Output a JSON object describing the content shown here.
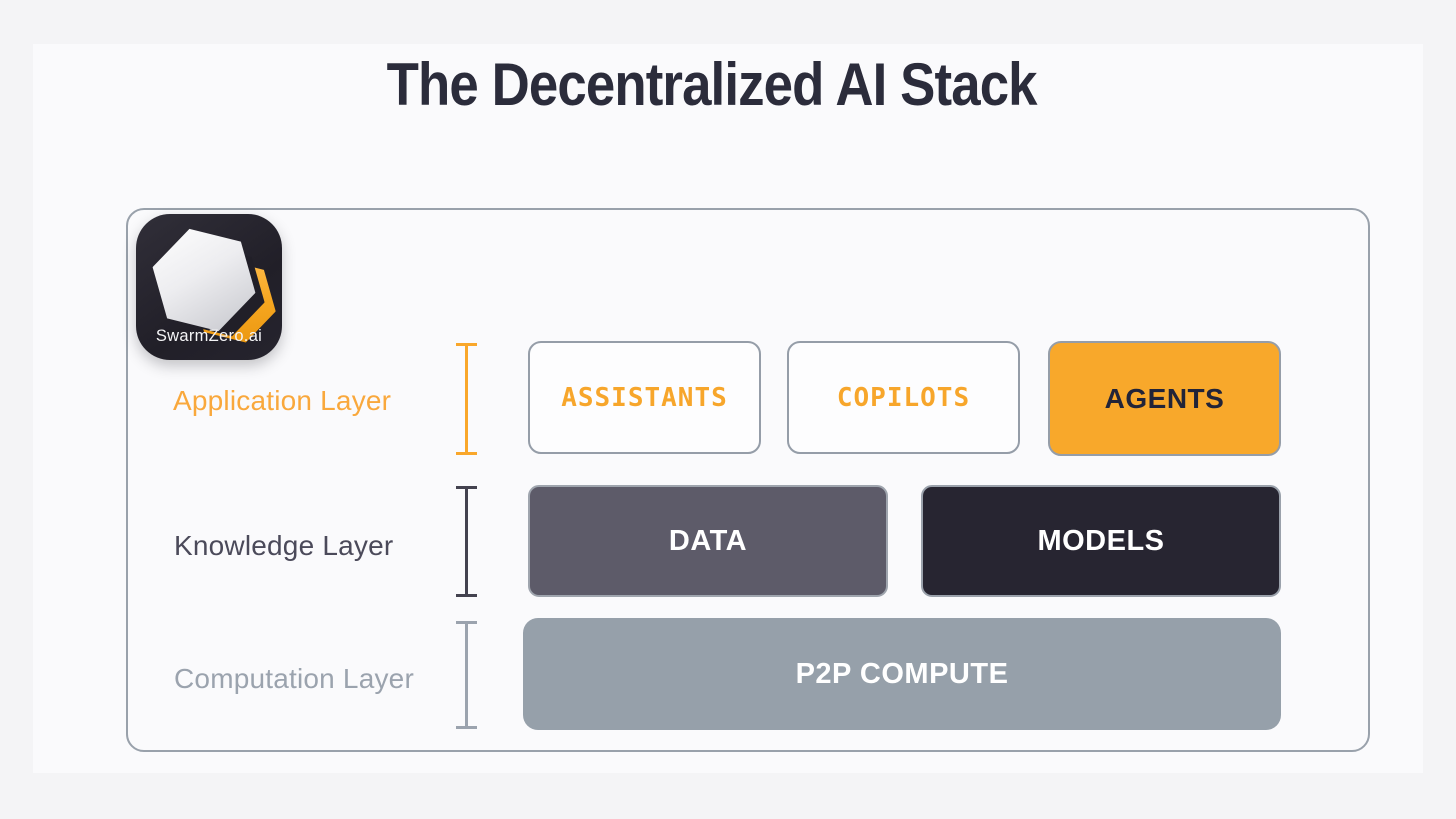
{
  "page": {
    "title": "The Decentralized AI Stack",
    "background_color": "#F4F4F6",
    "panel_color": "#FAFAFC",
    "title_color": "#2B2C3B"
  },
  "logo": {
    "label": "SwarmZero.ai",
    "background_color": "#24222C",
    "hexagon_orange_color": "#F6A61F",
    "hexagon_light_color": "#EDEDF0",
    "hexagon_dark_color": "#211F28"
  },
  "stack": {
    "border_color": "#99A1AB",
    "layers": [
      {
        "name": "application",
        "label": "Application Layer",
        "accent_color": "#F9A83C",
        "bracket_color": "#F9A72B",
        "boxes": [
          {
            "label": "ASSISTANTS",
            "variant": "outline",
            "text_color": "#F7A62B",
            "background": "#FDFDFE",
            "border_color": "#959DA8"
          },
          {
            "label": "COPILOTS",
            "variant": "outline",
            "text_color": "#F7A62B",
            "background": "#FDFDFE",
            "border_color": "#959DA8"
          },
          {
            "label": "AGENTS",
            "variant": "filled",
            "text_color": "#222438",
            "background": "#F8A82B",
            "border_color": "#959DA8"
          }
        ]
      },
      {
        "name": "knowledge",
        "label": "Knowledge Layer",
        "accent_color": "#4B4A5A",
        "bracket_color": "#43424F",
        "boxes": [
          {
            "label": "DATA",
            "variant": "filled",
            "text_color": "#FFFFFF",
            "background": "#5D5B69",
            "border_color": "#9FA5AE"
          },
          {
            "label": "MODELS",
            "variant": "filled",
            "text_color": "#FFFFFF",
            "background": "#272531",
            "border_color": "#9AA1AB"
          }
        ]
      },
      {
        "name": "computation",
        "label": "Computation Layer",
        "accent_color": "#9BA3AE",
        "bracket_color": "#9BA3AE",
        "boxes": [
          {
            "label": "P2P COMPUTE",
            "variant": "filled",
            "text_color": "#FFFFFF",
            "background": "#96A0AA",
            "border_color": "none"
          }
        ]
      }
    ]
  }
}
